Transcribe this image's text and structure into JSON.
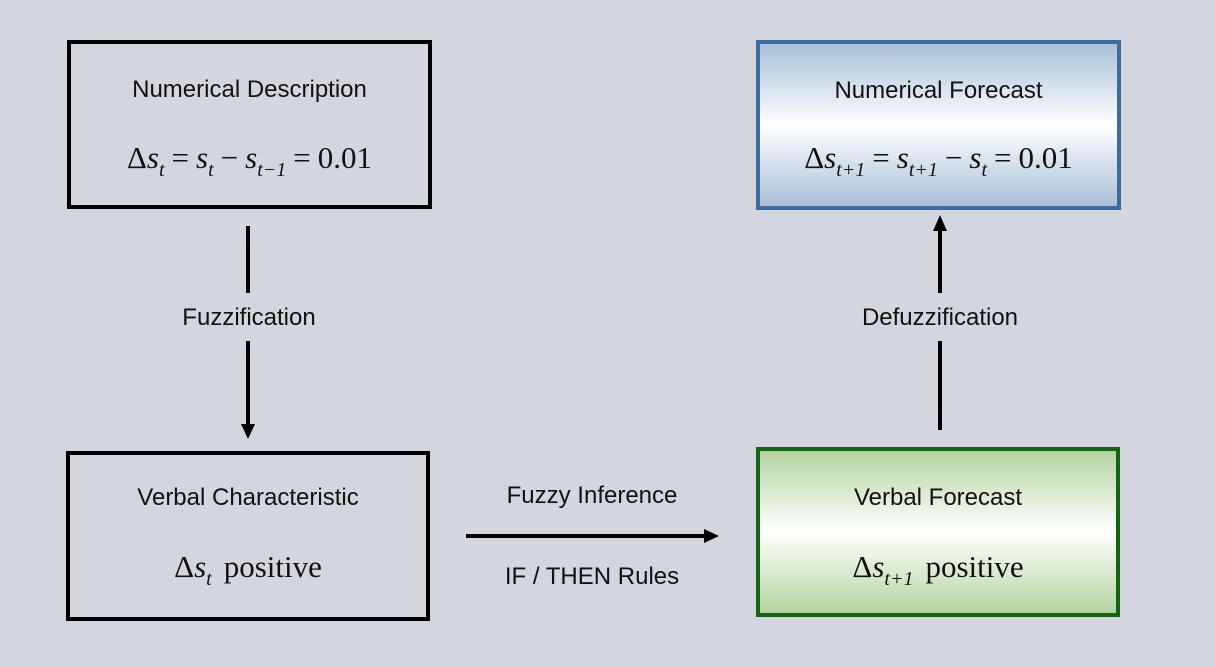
{
  "boxes": {
    "numerical_description": {
      "title": "Numerical Description",
      "formula": {
        "delta": "Δ",
        "var": "s",
        "sub_t": "t",
        "eq": "=",
        "minus": "−",
        "sub_t1": "t−1",
        "value": "0.01"
      }
    },
    "verbal_characteristic": {
      "title": "Verbal Characteristic",
      "formula": {
        "delta": "Δ",
        "var": "s",
        "sub_t": "t",
        "word": "positive"
      }
    },
    "numerical_forecast": {
      "title": "Numerical Forecast",
      "formula": {
        "delta": "Δ",
        "var": "s",
        "sub_t1": "t+1",
        "sub_t": "t",
        "eq": "=",
        "minus": "−",
        "value": "0.01"
      }
    },
    "verbal_forecast": {
      "title": "Verbal Forecast",
      "formula": {
        "delta": "Δ",
        "var": "s",
        "sub_t1": "t+1",
        "word": "positive"
      }
    }
  },
  "labels": {
    "fuzzification": "Fuzzification",
    "defuzzification": "Defuzzification",
    "fuzzy_inference": "Fuzzy Inference",
    "rules": "IF / THEN Rules"
  },
  "colors": {
    "background": "#d3d6de",
    "numerical_forecast_border": "#3f6a9b",
    "verbal_forecast_border": "#146414"
  }
}
